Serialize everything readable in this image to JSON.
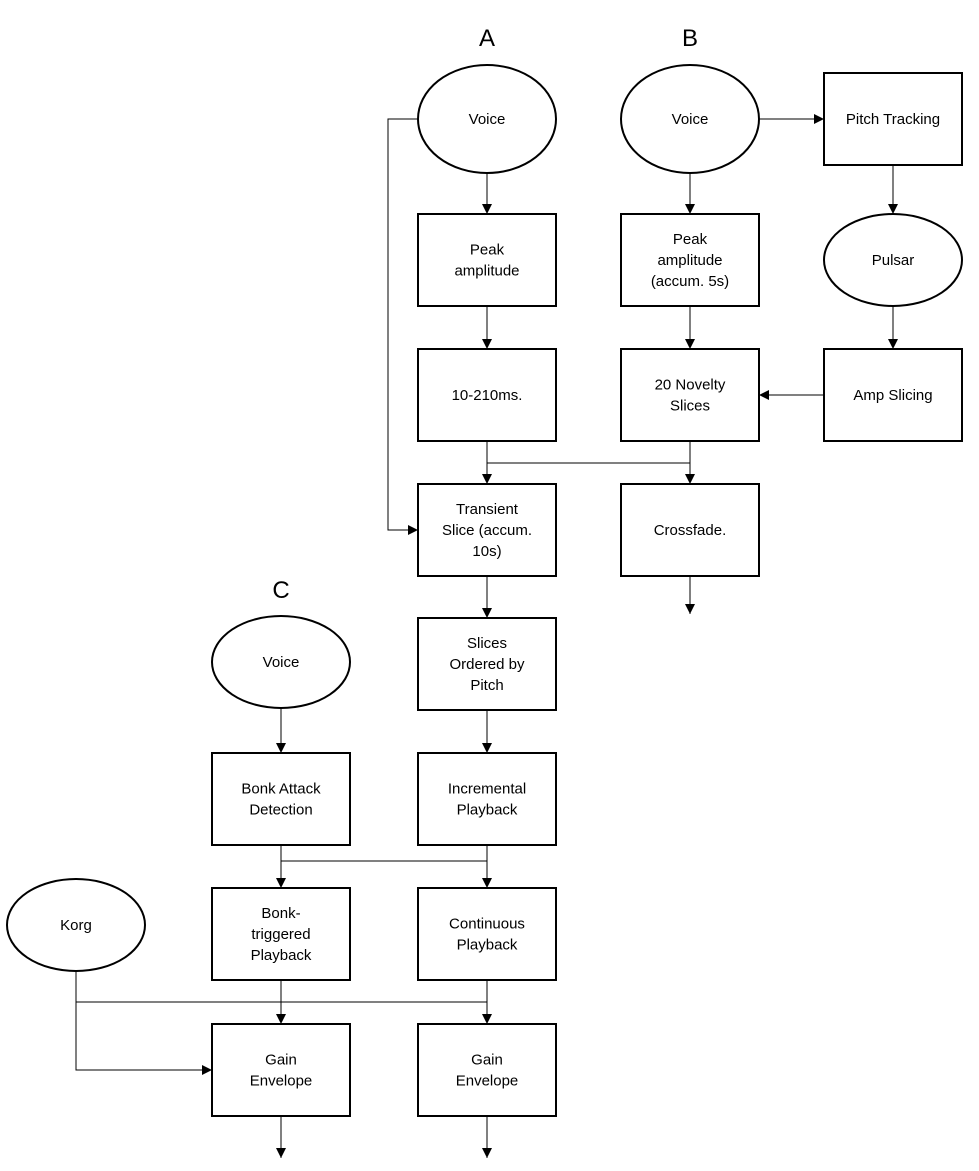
{
  "sections": {
    "a": "A",
    "b": "B",
    "c": "C"
  },
  "nodes": {
    "a_voice": [
      "Voice"
    ],
    "a_peak": [
      "Peak",
      "amplitude"
    ],
    "a_window": [
      "10-210ms."
    ],
    "a_transient": [
      "Transient",
      "Slice (accum.",
      "10s)"
    ],
    "a_ordered": [
      "Slices",
      "Ordered by",
      "Pitch"
    ],
    "a_incremental": [
      "Incremental",
      "Playback"
    ],
    "a_continuous": [
      "Continuous",
      "Playback"
    ],
    "a_gain": [
      "Gain",
      "Envelope"
    ],
    "b_voice": [
      "Voice"
    ],
    "b_peak": [
      "Peak",
      "amplitude",
      "(accum. 5s)"
    ],
    "b_novelty": [
      "20 Novelty",
      "Slices"
    ],
    "b_crossfade": [
      "Crossfade."
    ],
    "b_pitch": [
      "Pitch Tracking"
    ],
    "b_pulsar": [
      "Pulsar"
    ],
    "b_amp": [
      "Amp Slicing"
    ],
    "c_voice": [
      "Voice"
    ],
    "c_bonk": [
      "Bonk Attack",
      "Detection"
    ],
    "c_triggered": [
      "Bonk-",
      "triggered",
      "Playback"
    ],
    "c_gain": [
      "Gain",
      "Envelope"
    ],
    "korg": [
      "Korg"
    ]
  }
}
